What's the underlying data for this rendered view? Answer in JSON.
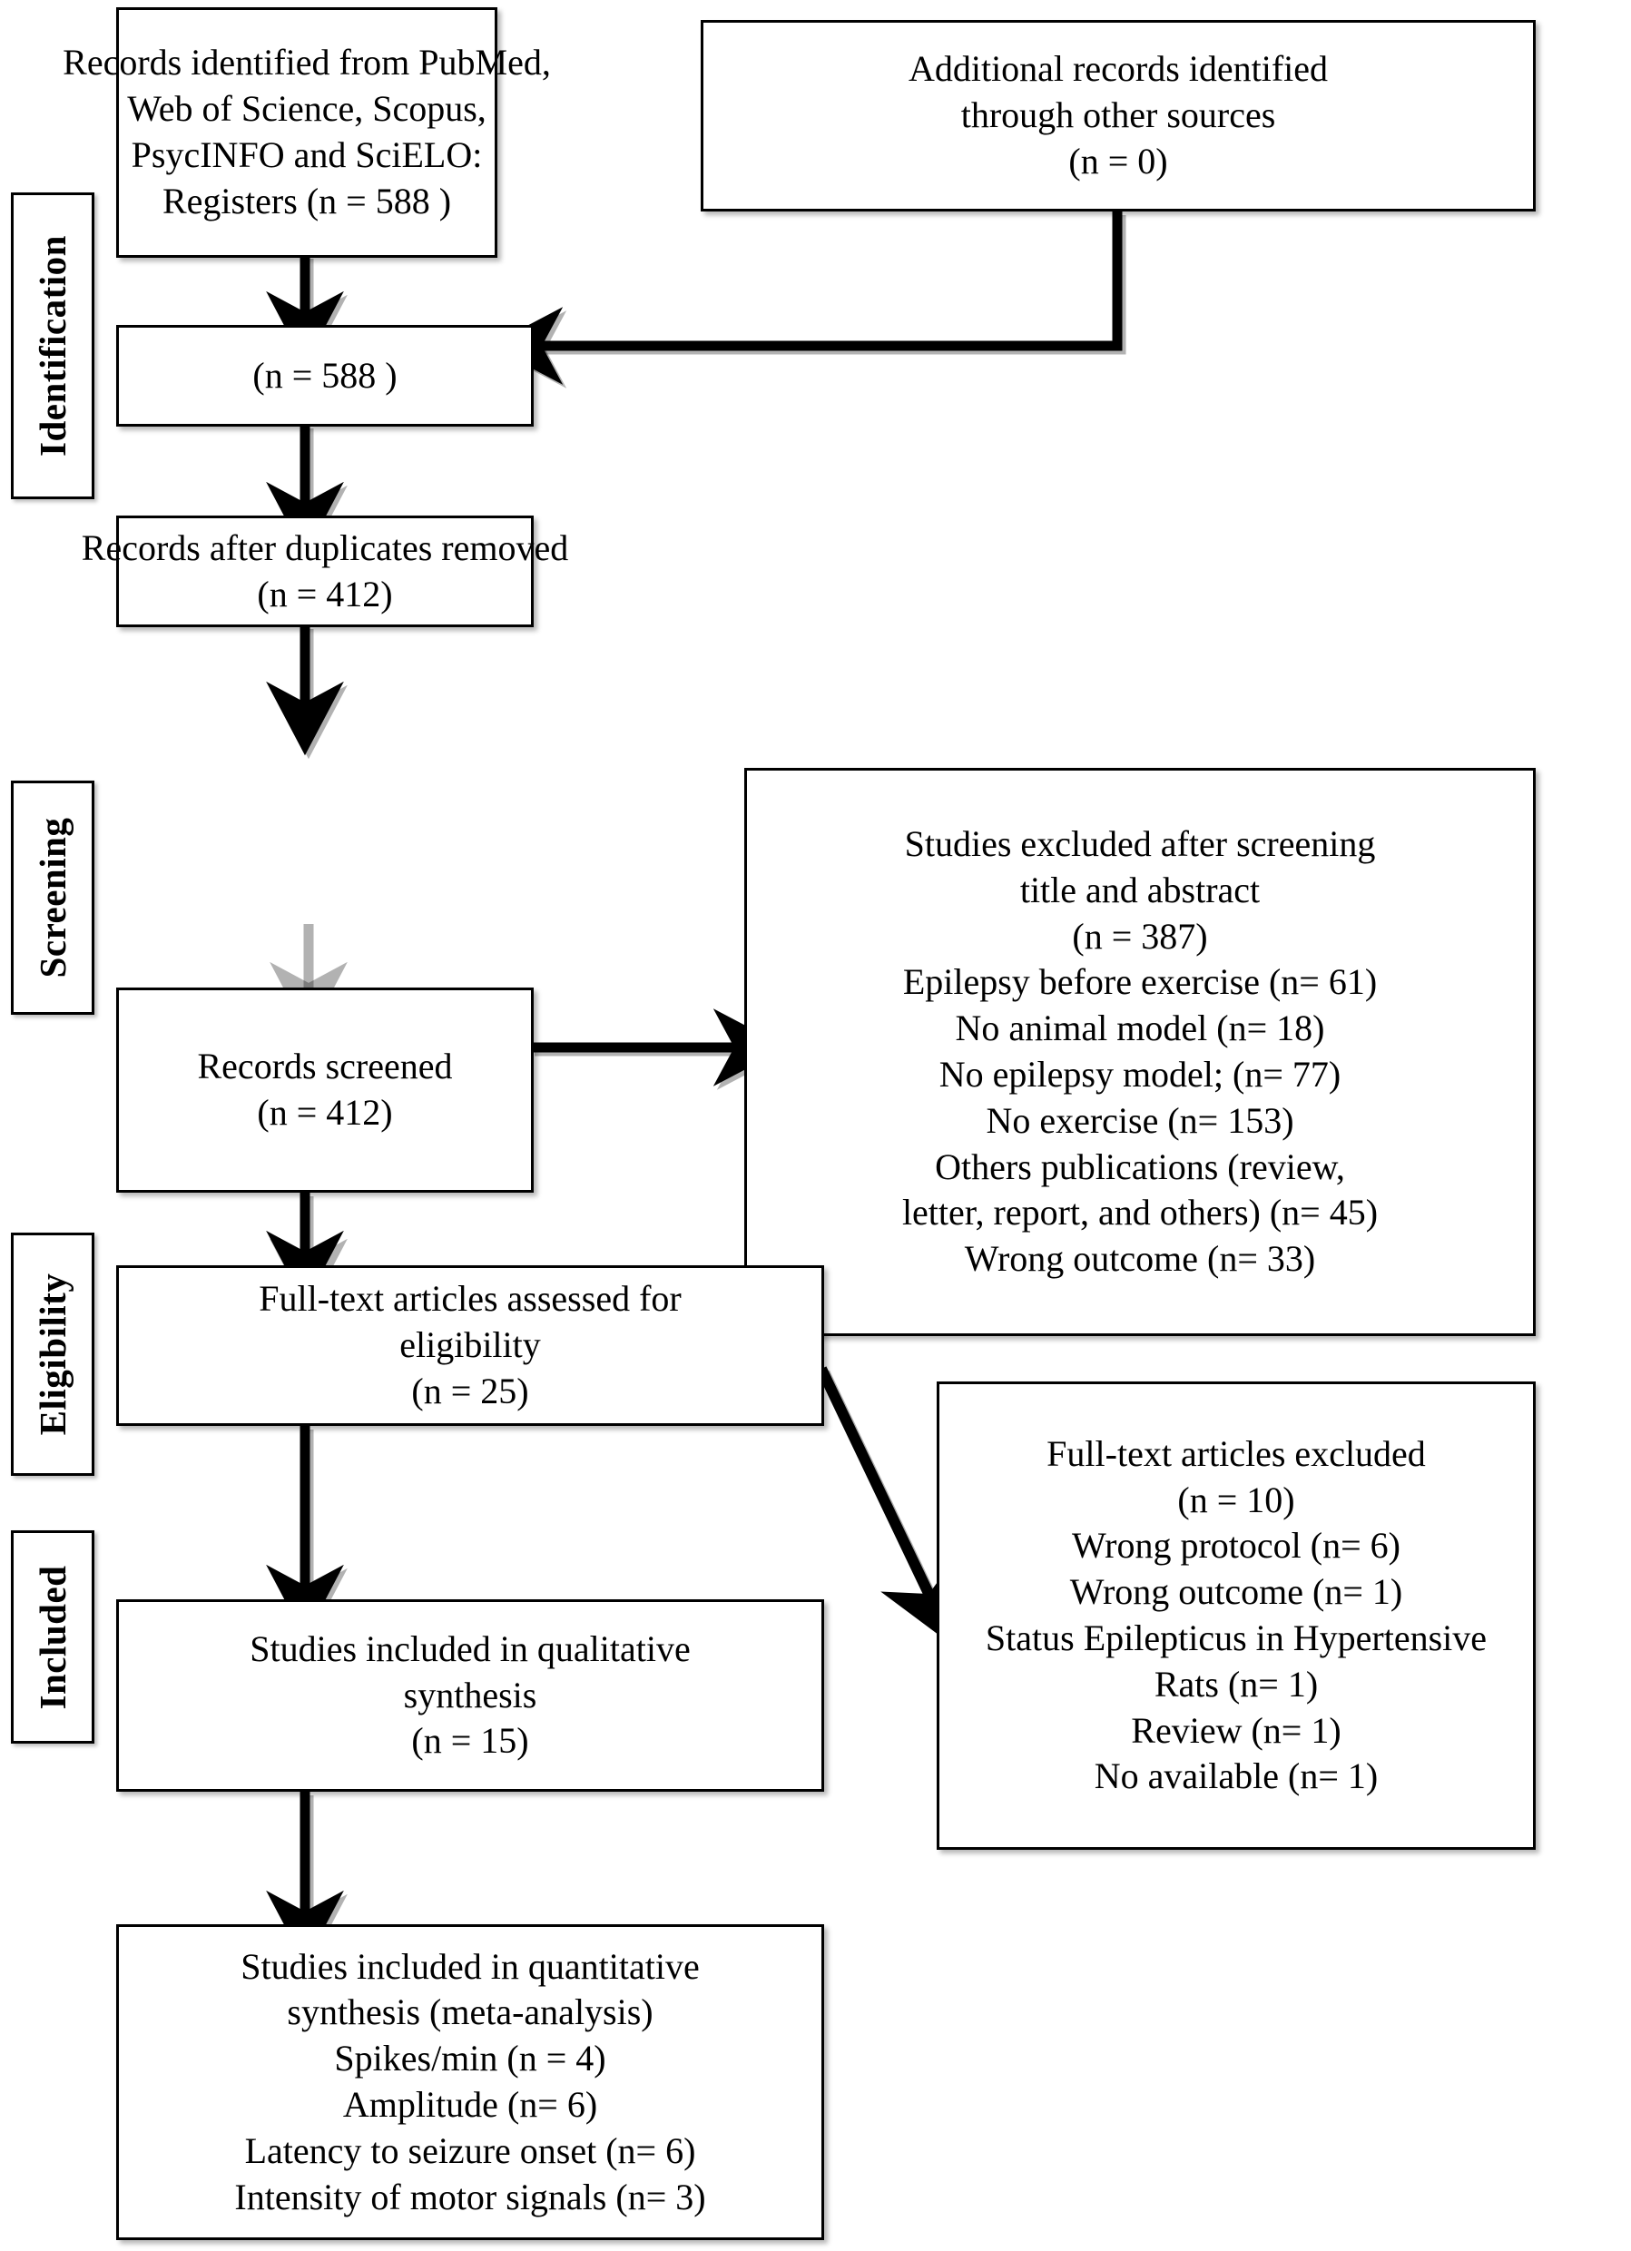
{
  "diagram": {
    "title": "PRISMA flow diagram",
    "stages": [
      {
        "id": "identification",
        "label": "Identification"
      },
      {
        "id": "screening",
        "label": "Screening"
      },
      {
        "id": "eligibility",
        "label": "Eligibility"
      },
      {
        "id": "included",
        "label": "Included"
      }
    ],
    "boxes": {
      "records_identified": {
        "lines": [
          "Records identified from PubMed,",
          "Web of Science, Scopus,",
          "PsycINFO and SciELO:",
          "Registers (n = 588 )"
        ]
      },
      "additional_records": {
        "lines": [
          "Additional records identified",
          "through other sources",
          "(n = 0)"
        ]
      },
      "combined_total": {
        "lines": [
          "(n = 588 )"
        ]
      },
      "after_duplicates": {
        "lines": [
          "Records after duplicates removed",
          "(n = 412)"
        ]
      },
      "records_screened": {
        "lines": [
          "Records screened",
          "(n = 412)"
        ]
      },
      "excluded_screening": {
        "lines": [
          "Studies excluded after screening",
          "title and abstract",
          "(n = 387)",
          "Epilepsy before exercise (n= 61)",
          "No animal model (n= 18)",
          "No epilepsy model; (n= 77)",
          "No exercise (n= 153)",
          "Others publications (review,",
          "letter, report, and others) (n= 45)",
          "Wrong outcome (n= 33)"
        ]
      },
      "fulltext_assessed": {
        "lines": [
          "Full-text articles assessed for",
          "eligibility",
          "(n = 25)"
        ]
      },
      "excluded_fulltext": {
        "lines": [
          "Full-text articles excluded",
          "(n = 10)",
          "Wrong protocol (n= 6)",
          "Wrong outcome (n= 1)",
          "Status Epilepticus in Hypertensive",
          "Rats (n= 1)",
          "Review (n= 1)",
          "No available (n= 1)"
        ]
      },
      "qualitative_synthesis": {
        "lines": [
          "Studies included in qualitative",
          "synthesis",
          "(n = 15)"
        ]
      },
      "quantitative_synthesis": {
        "lines": [
          "Studies included in quantitative",
          "synthesis (meta-analysis)",
          "Spikes/min (n = 4)",
          "Amplitude (n= 6)",
          "Latency to seizure onset (n= 6)",
          "Intensity of motor signals (n= 3)"
        ]
      }
    },
    "colors": {
      "stroke": "#000000",
      "fill": "#ffffff",
      "text": "#000000"
    },
    "arrows": [
      {
        "id": "arrow-identified-to-total",
        "kind": "vertical-down"
      },
      {
        "id": "arrow-additional-to-total",
        "kind": "elbow-left"
      },
      {
        "id": "arrow-total-to-duplicates",
        "kind": "vertical-down"
      },
      {
        "id": "arrow-duplicates-to-screened",
        "kind": "vertical-down"
      },
      {
        "id": "arrow-screened-to-excluded",
        "kind": "horizontal-right"
      },
      {
        "id": "arrow-screened-to-fulltext",
        "kind": "vertical-down"
      },
      {
        "id": "arrow-fulltext-to-excluded",
        "kind": "diagonal-down-right"
      },
      {
        "id": "arrow-fulltext-to-qualitative",
        "kind": "vertical-down"
      },
      {
        "id": "arrow-qualitative-to-quantitative",
        "kind": "vertical-down"
      }
    ]
  }
}
